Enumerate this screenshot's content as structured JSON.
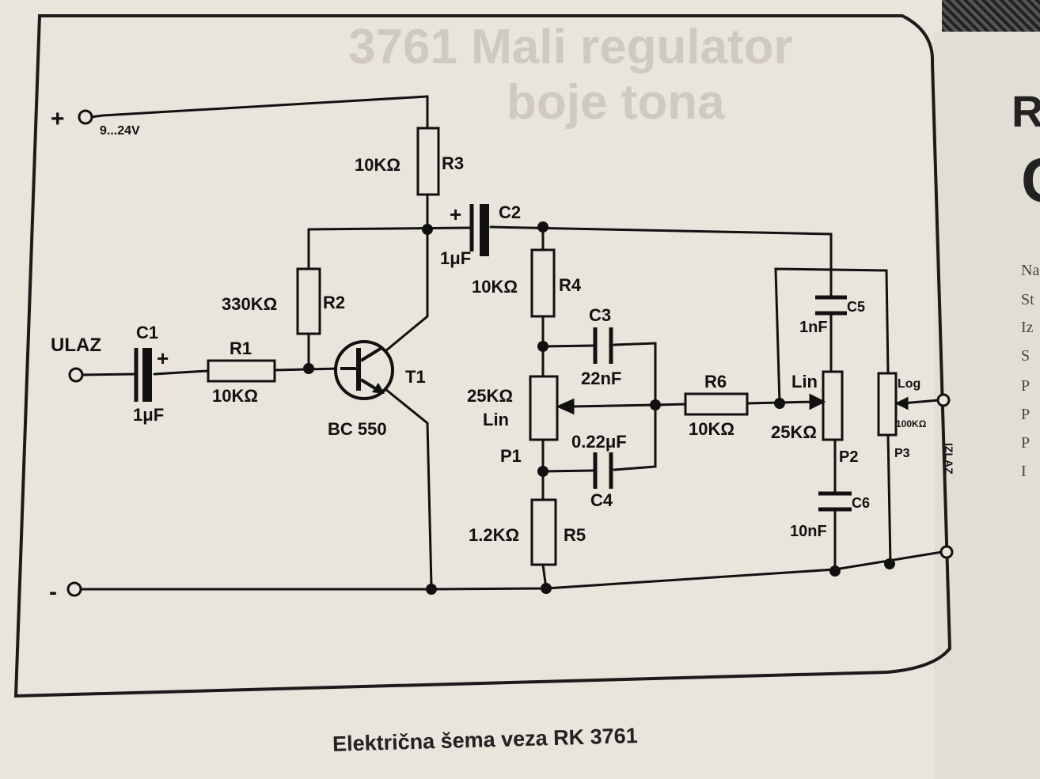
{
  "background_heading": [
    "3761 Mali regulator",
    "boje tona"
  ],
  "labels": {
    "supply_plus": "+",
    "supply_voltage": "9...24V",
    "ground_minus": "-",
    "input": "ULAZ",
    "r1_name": "R1",
    "r1_value": "10KΩ",
    "r2_name": "R2",
    "r2_value": "330KΩ",
    "r3_name": "R3",
    "r3_value": "10KΩ",
    "r4_name": "R4",
    "r4_value": "10KΩ",
    "r5_name": "R5",
    "r5_value": "1.2KΩ",
    "r6_name": "R6",
    "r6_value": "10KΩ",
    "c1_name": "C1",
    "c1_value": "1μF",
    "c1_plus": "+",
    "c2_name": "C2",
    "c2_value": "1μF",
    "c2_plus": "+",
    "c3_name": "C3",
    "c3_value": "22nF",
    "c4_name": "C4",
    "c4_value": "0.22μF",
    "c5_name": "C5",
    "c5_value": "1nF",
    "c6_name": "C6",
    "c6_value": "10nF",
    "t1_name": "T1",
    "t1_type": "BC 550",
    "p1_name": "P1",
    "p1_value": "25KΩ",
    "p1_taper": "Lin",
    "p2_name": "P2",
    "p2_value": "25KΩ",
    "p2_taper": "Lin",
    "p3_name": "P3",
    "p3_value": "100KΩ",
    "p3_taper": "Log",
    "output": "IZLAZ"
  },
  "caption": "Električna šema veza RK 3761",
  "right_page": {
    "heading_letters": [
      "R",
      "C"
    ],
    "line_starts": [
      "Na",
      "St",
      "Iz",
      "S",
      "P",
      "P",
      "P",
      "I"
    ]
  }
}
